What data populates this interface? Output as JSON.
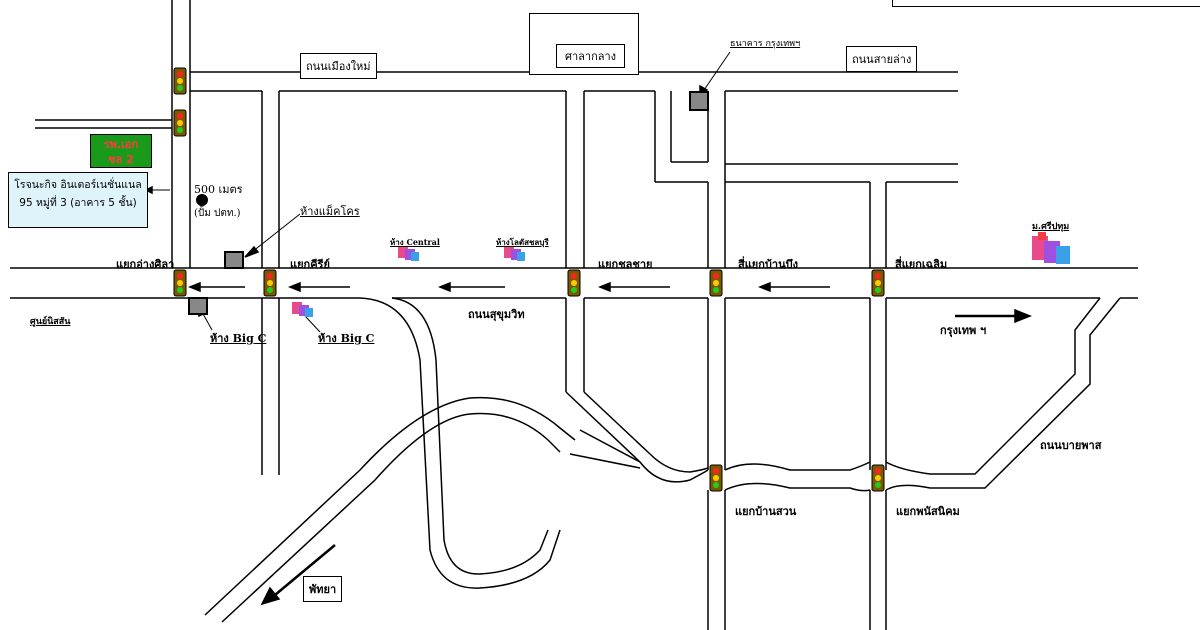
{
  "roads": {
    "muang_mai": "ถนนเมืองใหม่",
    "sai_lang": "ถนนสายล่าง",
    "sukhumvit": "ถนนสุขุมวิท",
    "bypass": "ถนนบายพาส"
  },
  "places": {
    "market": "ศาลากลาง",
    "bank": "ธนาคาร กรุงเทพฯ",
    "hospital_line1": "รพ.เอก",
    "hospital_line2": "ชล 2",
    "distance_line1": "500 เมตร",
    "distance_line2": "(ปั้ม ปตท.)",
    "makro": "ห้างแม็คโคร",
    "central": "ห้าง Central",
    "robinson": "ห้างโลตัสชลบุรี",
    "big_c_1": "ห้าง Big C",
    "big_c_2": "ห้าง Big C",
    "sriyaporn": "ม.ศรีปทุม",
    "sukkhaphiban": "ศูนย์นิสสัน"
  },
  "company": {
    "line1": "โรจนะกิจ อินเตอร์เนชั่นแนล",
    "line2": "95 หมู่ที่ 3 (อาคาร 5 ชั้น)"
  },
  "junctions": {
    "ang_sila": "แยกอ่างศิลา",
    "kiri": "แยกคีรีย์",
    "chonchai": "แยกชลชาย",
    "ban_bueng": "สี่แยกบ้านบึง",
    "chaloem": "สี่แยกเฉลิม",
    "ban_suan": "แยกบ้านสวน",
    "phanat": "แยกพนัสนิคม"
  },
  "directions": {
    "bangkok": "กรุงเทพ ฯ",
    "pattaya": "พัทยา"
  },
  "colors": {
    "road_line": "#000000",
    "hospital_bg": "#1a9a1a",
    "hospital_text": "#ff3b3b",
    "company_bg": "#dff3fb",
    "landmark_box": "#888888"
  }
}
